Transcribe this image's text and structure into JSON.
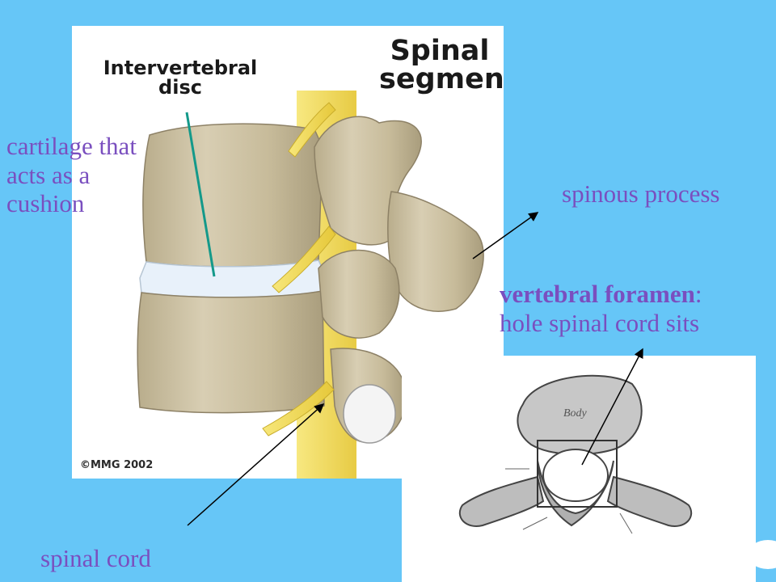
{
  "spinal_segment_illustration": {
    "title_line1": "Spinal",
    "title_line2": "segment",
    "disc_label_line1": "Intervertebral",
    "disc_label_line2": "disc",
    "copyright": "©MMG 2002"
  },
  "vertebra_illustration": {
    "body_text": "Body"
  },
  "labels": {
    "cartilage_line1": "cartilage that",
    "cartilage_line2": "acts as a",
    "cartilage_line3": "cushion",
    "spinous_process": "spinous process",
    "foramen_term": "vertebral foramen",
    "foramen_colon": ":",
    "foramen_description": "hole spinal cord sits",
    "spinal_cord": "spinal cord"
  },
  "colors": {
    "background": "#66c6f7",
    "label_text": "#7a4fbf",
    "bone": "#cbbf9f",
    "nerve": "#f3dc5a",
    "disc": "#e8f1fa",
    "leader_line": "#14998a"
  }
}
